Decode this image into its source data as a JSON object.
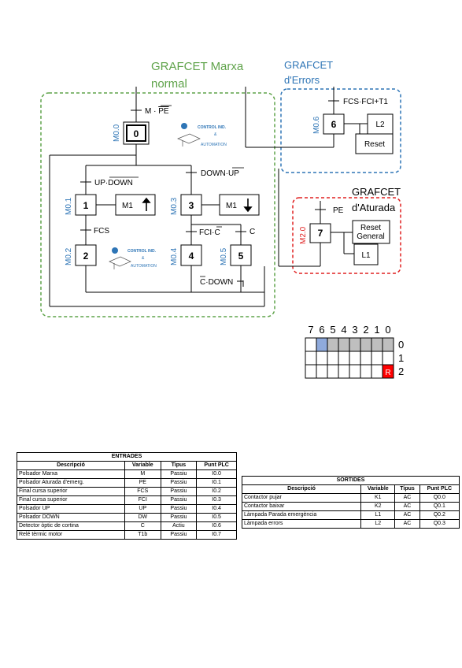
{
  "titles": {
    "normal_line1": "GRAFCET Marxa",
    "normal_line2": "normal",
    "errors_line1": "GRAFCET",
    "errors_line2": "d'Errors",
    "stop_line1": "GRAFCET",
    "stop_line2": "d'Aturada"
  },
  "colors": {
    "green": "#5fa34a",
    "blue": "#2e75b6",
    "red": "#e02020",
    "grid_gray": "#bfbfbf",
    "grid_blue": "#8faadc",
    "r_cell": "#ff0000"
  },
  "steps": {
    "s0": "0",
    "s1": "1",
    "s2": "2",
    "s3": "3",
    "s4": "4",
    "s5": "5",
    "s6": "6",
    "s7": "7"
  },
  "memory_labels": {
    "m00": "M0.0",
    "m01": "M0.1",
    "m02": "M0.2",
    "m03": "M0.3",
    "m04": "M0.4",
    "m05": "M0.5",
    "m06": "M0.6",
    "m20": "M2.0"
  },
  "transitions": {
    "t0_a": "M · ",
    "t0_b": "PE",
    "t1_a": "UP·",
    "t1_b": "DOWN",
    "t3_a": "DOWN·",
    "t3_b": "UP",
    "t2": "FCS",
    "t4_a": "FCI·",
    "t4_b": "C",
    "t5": "C",
    "t_back_a": "C",
    "t_back_b": "·DOWN",
    "t6": "FCS·FCI+T1",
    "t7": "PE"
  },
  "actions": {
    "a1": "M1",
    "a3": "M1",
    "a6": "L2",
    "a6_reset": "Reset",
    "a7_line1": "Reset",
    "a7_line2": "General",
    "a7_l1": "L1"
  },
  "logo": {
    "line1": "CONTROL IND.",
    "line2": "&",
    "line3": "AUTOMATION"
  },
  "grid": {
    "bit_labels": [
      "7",
      "6",
      "5",
      "4",
      "3",
      "2",
      "1",
      "0"
    ],
    "row_labels": [
      "0",
      "1",
      "2"
    ],
    "r_label": "R"
  },
  "inputs": {
    "title": "ENTRADES",
    "headers": [
      "Descripció",
      "Variable",
      "Tipus",
      "Punt PLC"
    ],
    "rows": [
      [
        "Polsador Marxa",
        "M",
        "Passiu",
        "I0.0"
      ],
      [
        "Polsador Aturada d'emerg.",
        "PE",
        "Passiu",
        "I0.1"
      ],
      [
        "Final cursa superior",
        "FCS",
        "Passiu",
        "I0.2"
      ],
      [
        "Final cursa superior",
        "FCI",
        "Passiu",
        "I0.3"
      ],
      [
        "Polsador UP",
        "UP",
        "Passiu",
        "I0.4"
      ],
      [
        "Polsador DOWN",
        "DW",
        "Passiu",
        "I0.5"
      ],
      [
        "Detector òptic de cortina",
        "C",
        "Actiu",
        "I0.6"
      ],
      [
        "Relé tèrmic motor",
        "T1b",
        "Passiu",
        "I0.7"
      ]
    ]
  },
  "outputs": {
    "title": "SORTIDES",
    "headers": [
      "Descripció",
      "Variable",
      "Tipus",
      "Punt PLC"
    ],
    "rows": [
      [
        "Contactor pujar",
        "K1",
        "AC",
        "Q0.0"
      ],
      [
        "Contactor baixar",
        "K2",
        "AC",
        "Q0.1"
      ],
      [
        "Làmpada Parada emergència",
        "L1",
        "AC",
        "Q0.2"
      ],
      [
        "Làmpada errors",
        "L2",
        "AC",
        "Q0.3"
      ]
    ]
  }
}
